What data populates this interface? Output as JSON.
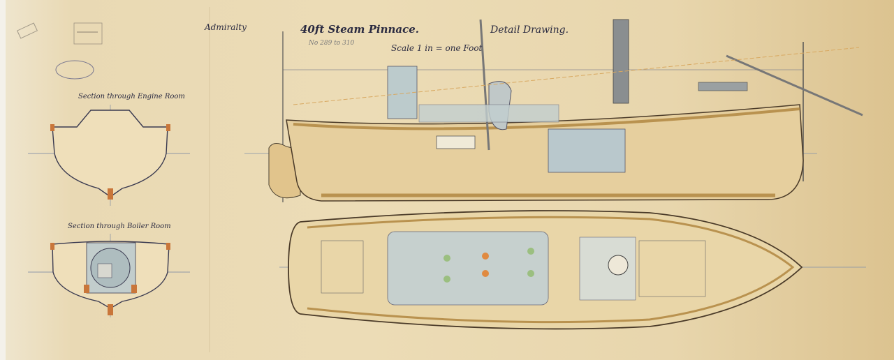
{
  "drawing": {
    "department": "Admiralty",
    "title": "40ft Steam Pinnace.",
    "subtitle": "Detail Drawing.",
    "scale": "Scale 1 in = one Foot",
    "pencil_note": "No 289 to 310",
    "section_engine_room": "Section through Engine Room",
    "section_boiler_room": "Section through Boiler Room",
    "colors": {
      "paper": "#e8d6ad",
      "ink": "#2a2a40",
      "hull_wash": "#d9b77c",
      "blue_wash": "#b8c8cc",
      "copper": "#c9763a"
    }
  }
}
